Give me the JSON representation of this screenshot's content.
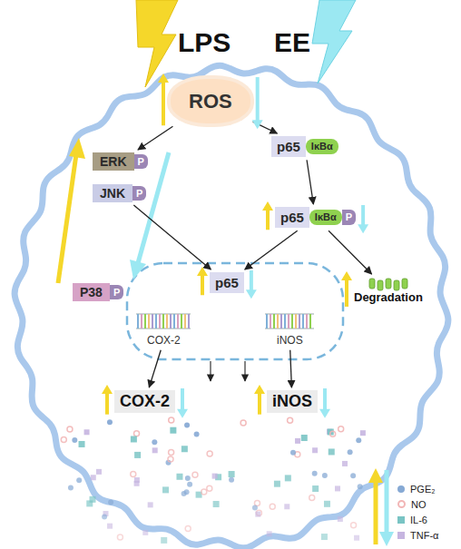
{
  "diagram": {
    "nodes": [
      {
        "text": [
          "ROS"
        ]
      },
      {
        "text": [
          "ERK",
          "P"
        ]
      },
      {
        "text": [
          "JNK",
          "P"
        ]
      },
      {
        "text": [
          "P38",
          "P"
        ]
      },
      {
        "text": [
          "p65",
          "IκBα"
        ]
      },
      {
        "text": [
          "p65",
          "IκBα",
          "P"
        ]
      },
      {
        "text": [
          "Degradation"
        ]
      },
      {
        "text": [
          "p65"
        ]
      },
      {
        "text": [
          "COX-2"
        ]
      },
      {
        "text": [
          "iNOS"
        ]
      },
      {
        "text": [
          "COX-2"
        ]
      },
      {
        "text": [
          "iNOS"
        ]
      }
    ],
    "edges": [
      {
        "from": 0,
        "to": 1,
        "arrow": "to"
      },
      {
        "from": 0,
        "to": 4,
        "arrow": "to"
      },
      {
        "from": 2,
        "to": 7,
        "arrow": "to"
      },
      {
        "from": 4,
        "to": 5,
        "arrow": "to"
      },
      {
        "from": 5,
        "to": 6,
        "arrow": "to"
      },
      {
        "from": 5,
        "to": 7,
        "arrow": "to"
      },
      {
        "from": 8,
        "to": 10,
        "arrow": "to"
      },
      {
        "from": 9,
        "to": 11,
        "arrow": "to"
      }
    ],
    "labels": [
      "LPS",
      "EE"
    ],
    "legend": [
      {
        "text": "PGE₂",
        "color": "#86a9d4"
      },
      {
        "text": "NO",
        "color": "#f2b6b6"
      },
      {
        "text": "IL-6",
        "color": "#79c4c4"
      },
      {
        "text": "TNF-α",
        "color": "#c6b5e0"
      }
    ]
  }
}
